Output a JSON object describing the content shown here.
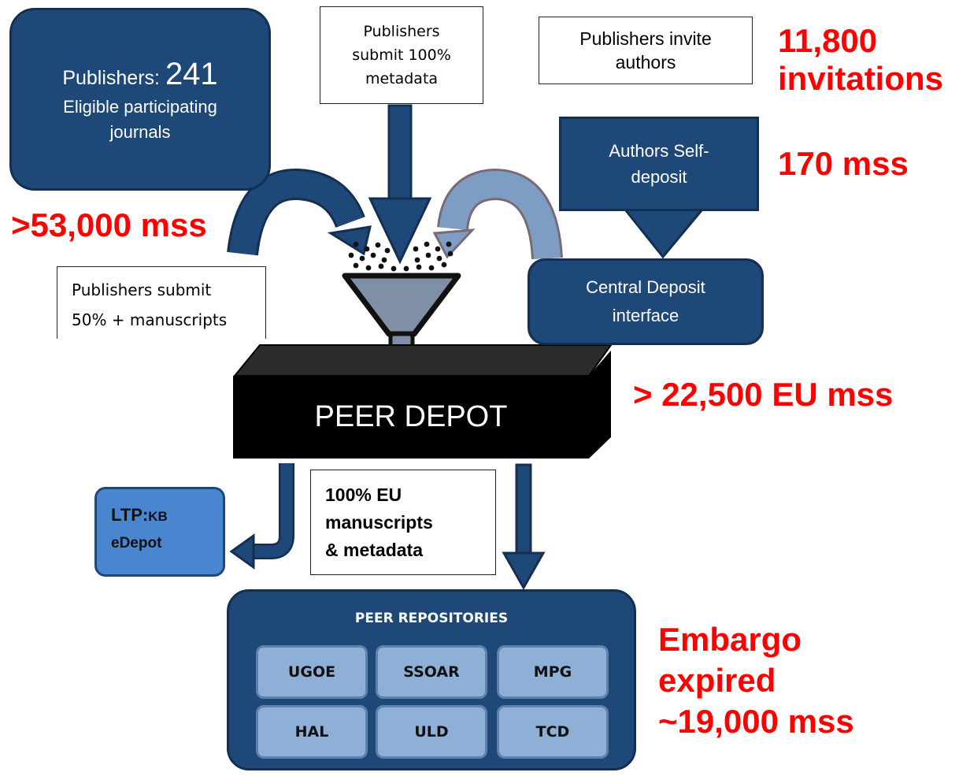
{
  "publishers_box": {
    "label": "Publishers:",
    "count": "241",
    "line2": "Eligible participating",
    "line3": "journals"
  },
  "submit_metadata_box": {
    "line1": "Publishers",
    "line2": "submit 100%",
    "line3": "metadata"
  },
  "invite_box": {
    "line1": "Publishers invite",
    "line2": "authors"
  },
  "invitations_stat": {
    "line1": "11,800",
    "line2": "invitations"
  },
  "self_deposit_box": {
    "line1": "Authors Self-",
    "line2": "deposit"
  },
  "self_deposit_stat": "170 mss",
  "publisher_mss_stat": ">53,000 mss",
  "submit_manuscripts_box": {
    "line1": "Publishers submit",
    "line2": "50% + manuscripts"
  },
  "central_deposit_box": {
    "line1": "Central Deposit",
    "line2": "interface"
  },
  "depot": {
    "label": "PEER DEPOT"
  },
  "eu_mss_stat": "> 22,500 EU mss",
  "ltp_box": {
    "line1_a": "LTP:",
    "line1_b": "KB",
    "line2": "eDepot"
  },
  "eu_manuscripts_box": {
    "line1": "100% EU",
    "line2": "manuscripts",
    "line3": "& metadata"
  },
  "repositories": {
    "title": "PEER REPOSITORIES",
    "items": [
      "UGOE",
      "SSOAR",
      "MPG",
      "HAL",
      "ULD",
      "TCD"
    ]
  },
  "embargo_stat": {
    "line1": "Embargo",
    "line2": "expired",
    "line3": "~19,000 mss"
  },
  "colors": {
    "navy": "#1e4878",
    "accent_red": "#ff0000",
    "repo_cell": "#8fb0d6",
    "ltp": "#4a86cf"
  }
}
